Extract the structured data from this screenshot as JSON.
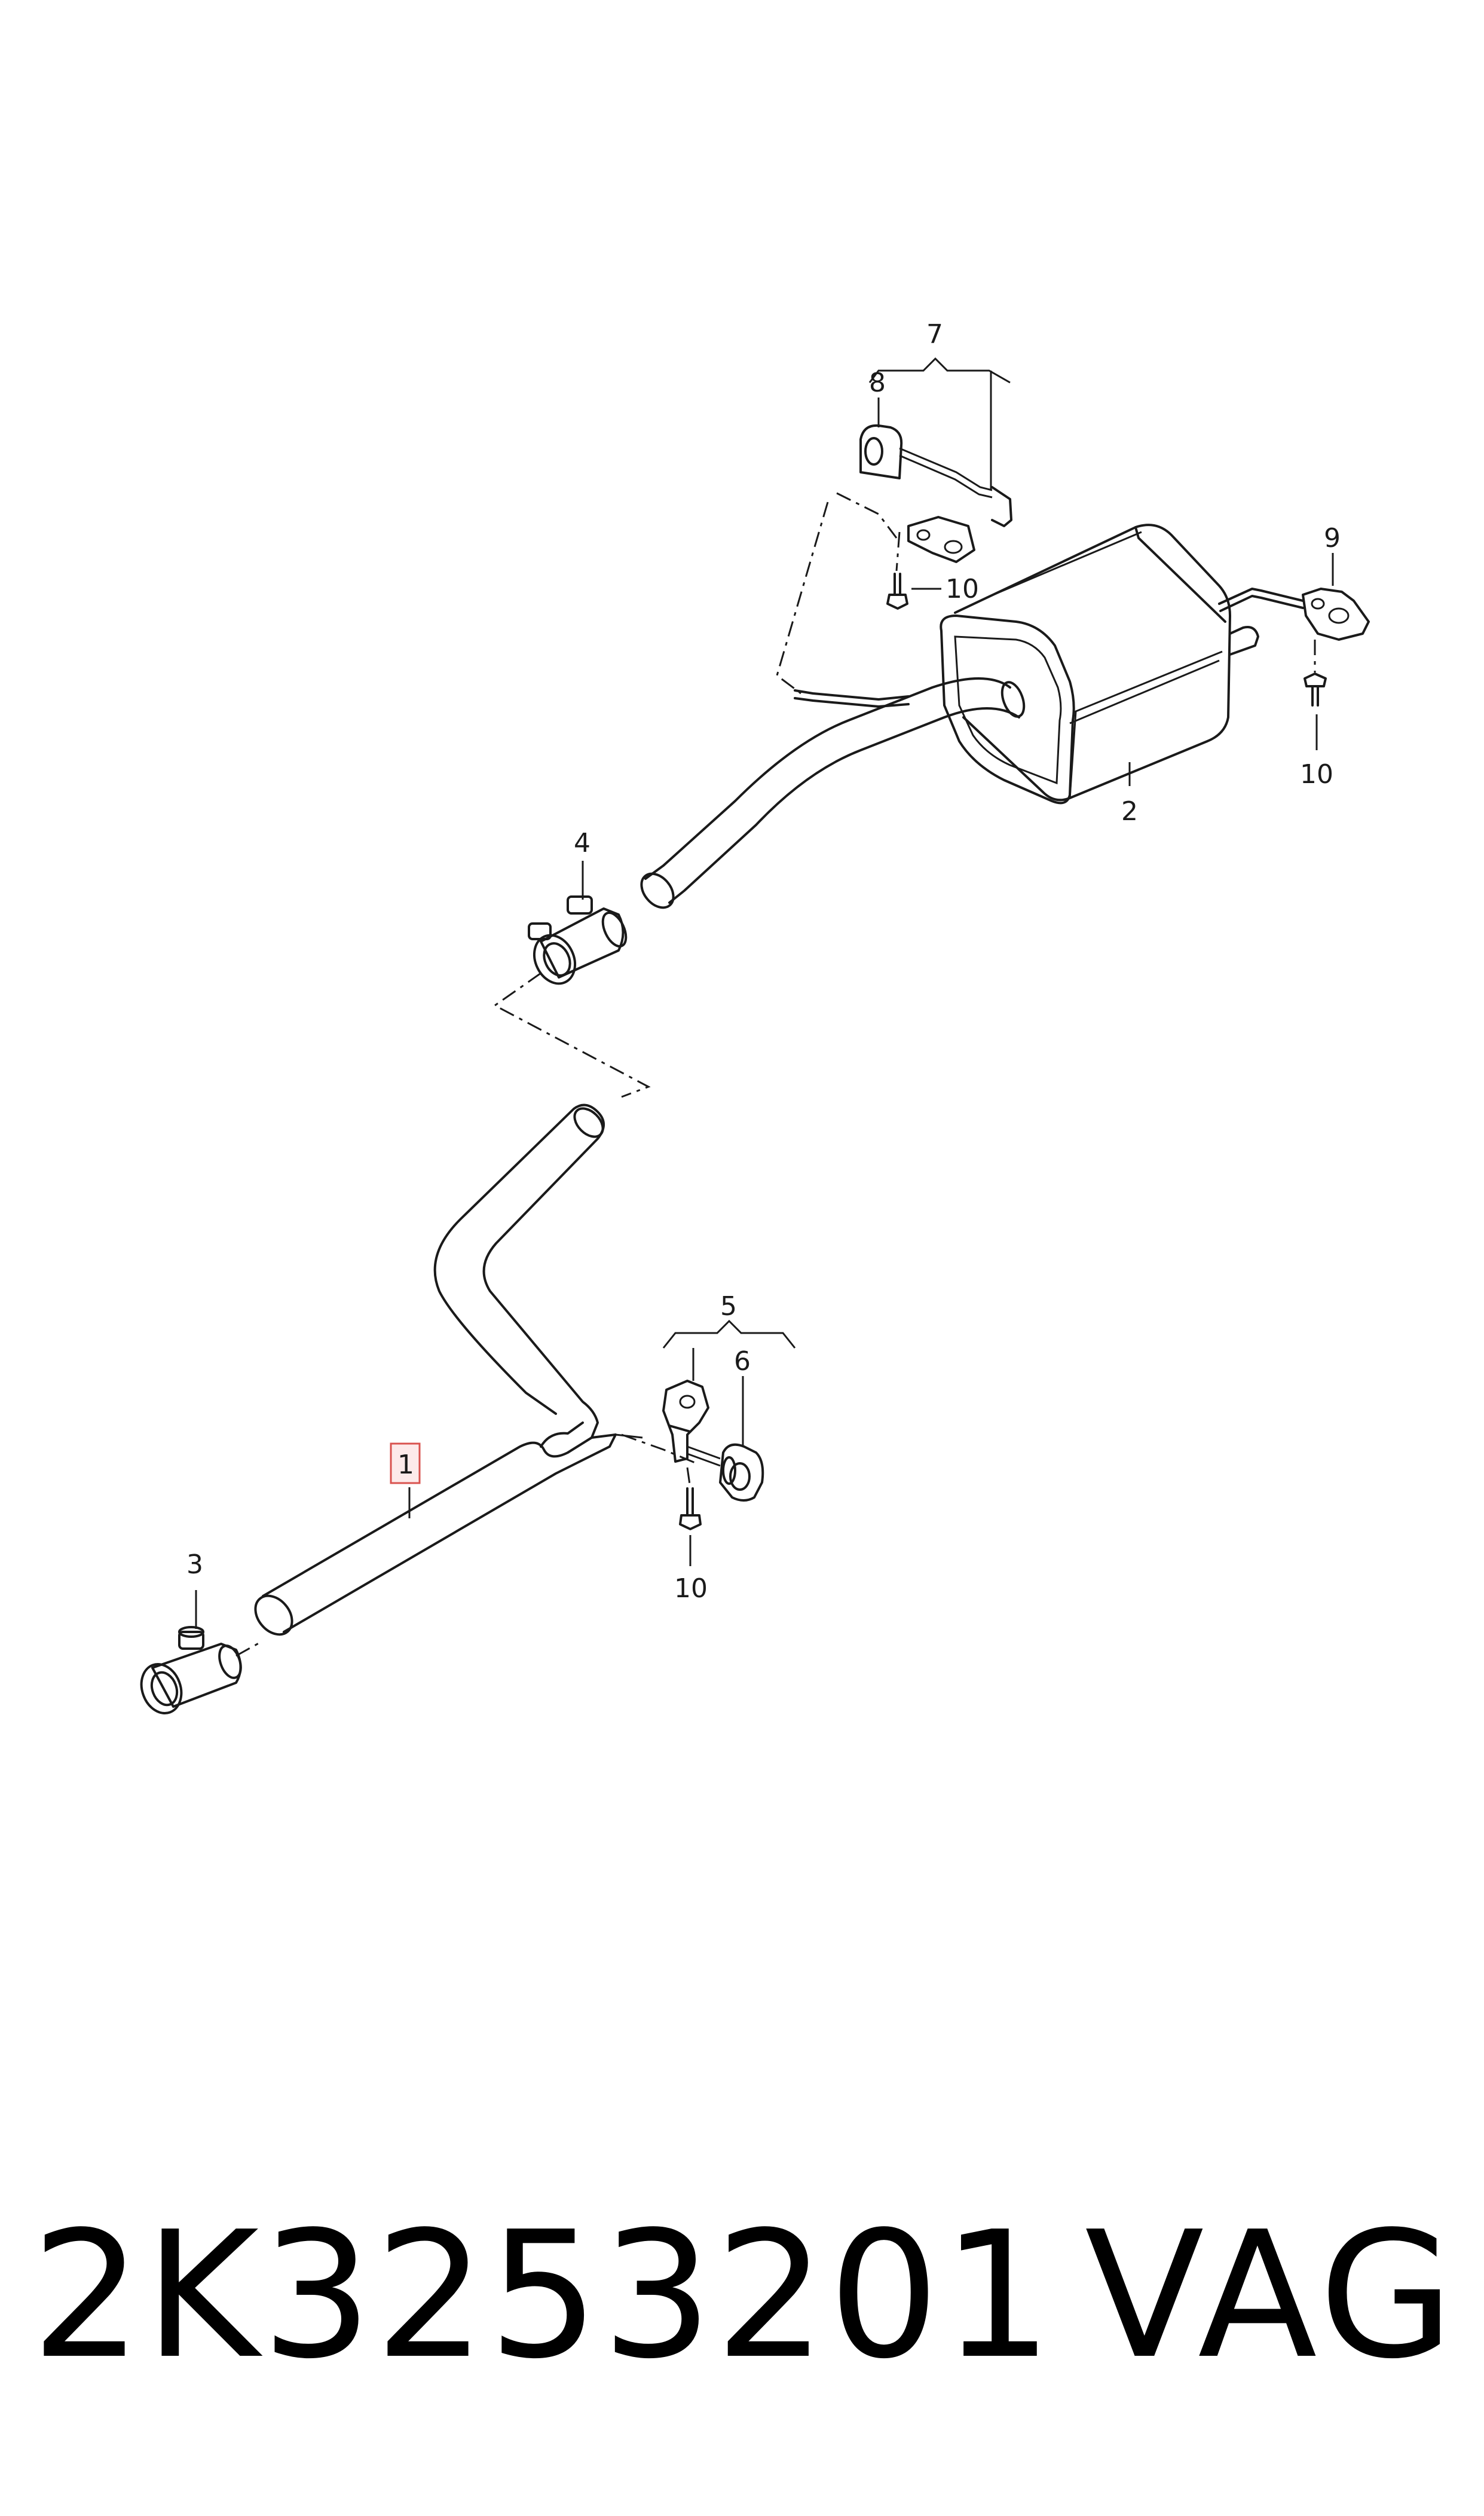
{
  "callouts": {
    "c1": "1",
    "c2": "2",
    "c3": "3",
    "c4": "4",
    "c5": "5",
    "c6": "6",
    "c7": "7",
    "c8": "8",
    "c9": "9",
    "c10a": "10",
    "c10b": "10",
    "c10c": "10"
  },
  "highlight_color": "#d9534f",
  "footer": {
    "part_number": "2K3253201",
    "brand": "VAG"
  }
}
